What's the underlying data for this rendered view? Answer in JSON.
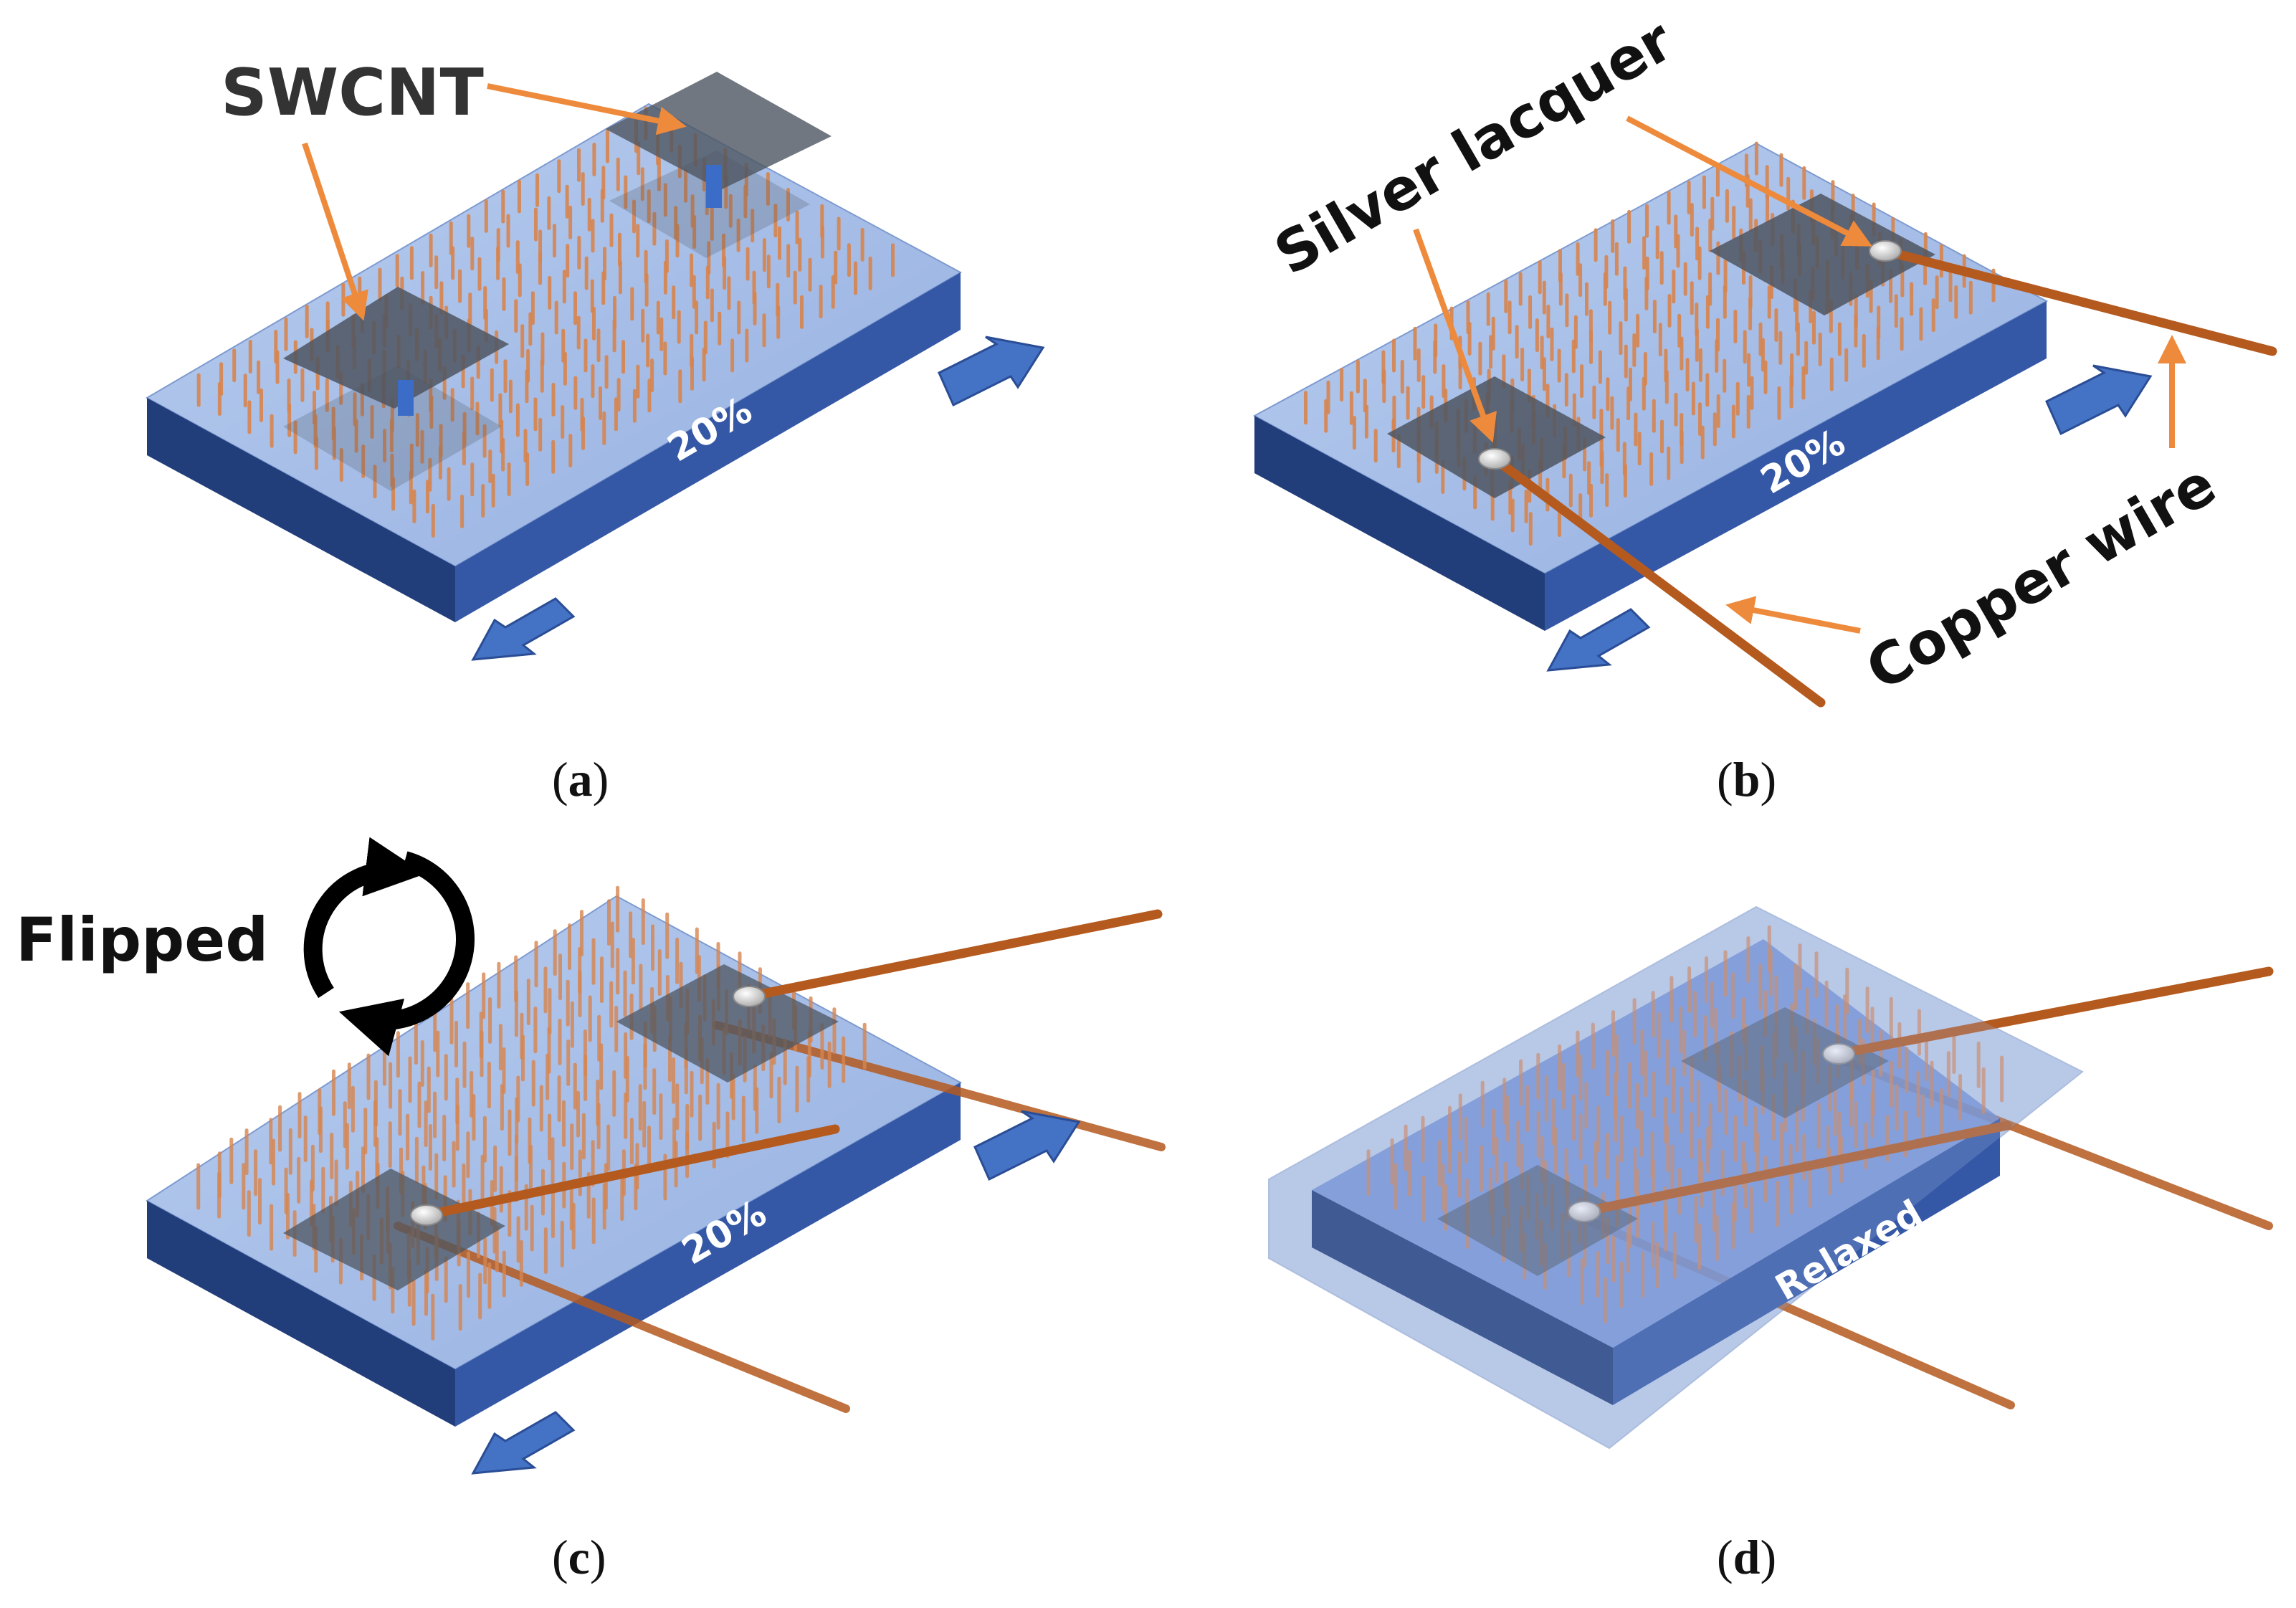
{
  "panels": [
    {
      "id": "a",
      "caption_letter": "a",
      "plate_label": "20%"
    },
    {
      "id": "b",
      "caption_letter": "b",
      "plate_label": "20%"
    },
    {
      "id": "c",
      "caption_letter": "c",
      "plate_label": "20%"
    },
    {
      "id": "d",
      "caption_letter": "d",
      "plate_label": "Relaxed"
    }
  ],
  "labels": {
    "swcnt": "SWCNT",
    "silver_lacquer": "Silver lacquer",
    "copper_wire": "Copper wire",
    "flipped": "Flipped"
  },
  "caption_open": "(",
  "caption_close": ")",
  "colors": {
    "plate_top": "#a9c1ea",
    "plate_front": "#3558a6",
    "plate_side": "#213d7a",
    "fiber": "#d7854f",
    "swcnt_film": "#4d5560",
    "copper": "#b45a1f",
    "arrow_orange": "#ee8a3c",
    "stretch_arrow": "#4472c4",
    "silver": "#e8e8e8"
  }
}
